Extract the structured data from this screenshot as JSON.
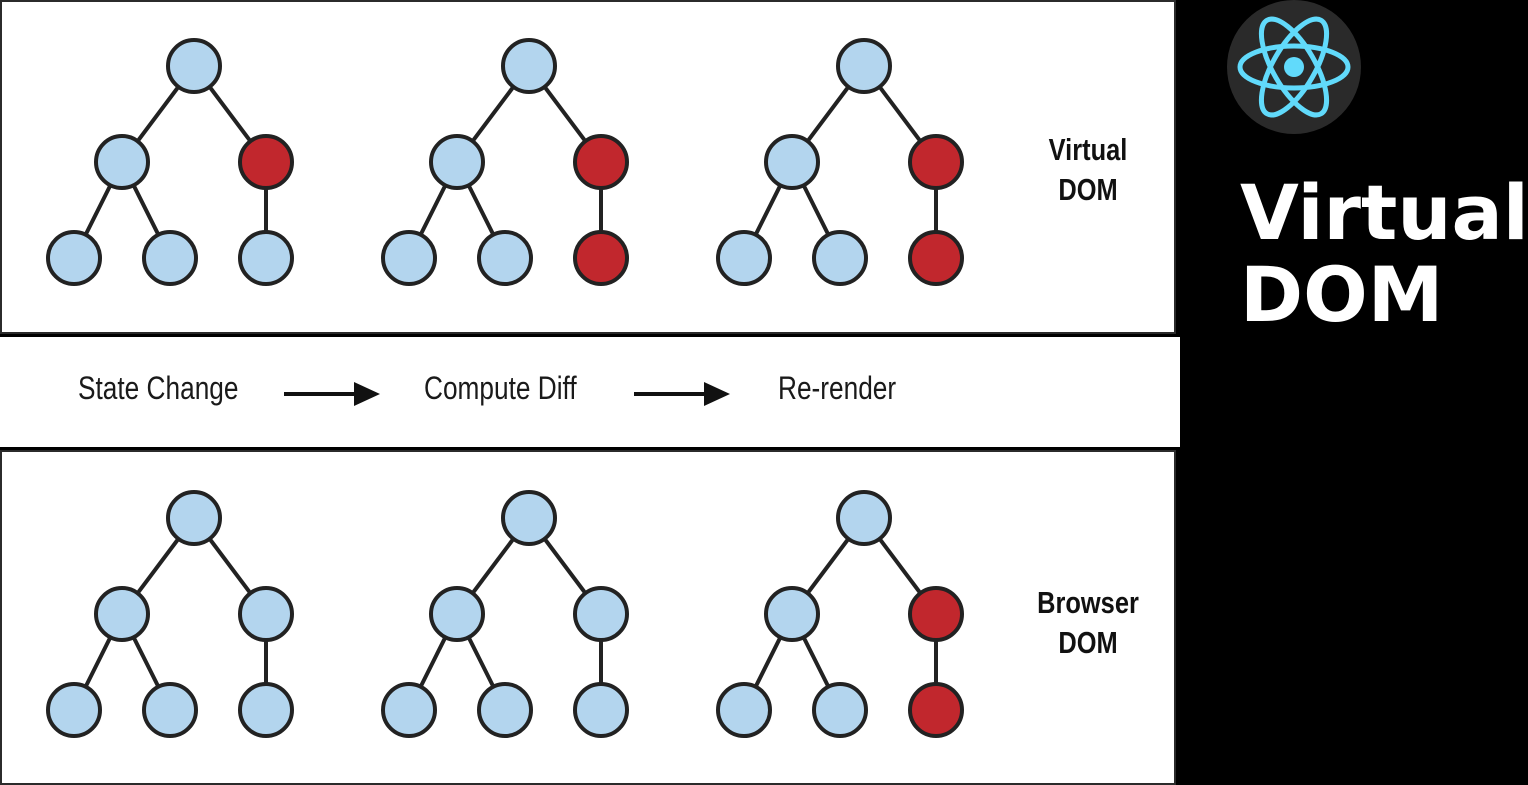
{
  "heading": {
    "line1": "Virtual",
    "line2": "DOM"
  },
  "logo": {
    "icon": "react-atom-icon",
    "color": "#61dafb",
    "bg": "#2a2a2a"
  },
  "rows": {
    "virtual": {
      "label_line1": "Virtual",
      "label_line2": "DOM"
    },
    "browser": {
      "label_line1": "Browser",
      "label_line2": "DOM"
    }
  },
  "steps": [
    "State Change",
    "Compute Diff",
    "Re-render"
  ],
  "colors": {
    "unchanged": "#b3d5ee",
    "changed": "#c1272d",
    "stroke": "#222222"
  },
  "trees": {
    "node_order": [
      "root",
      "left",
      "right",
      "left-left",
      "left-right",
      "right-child"
    ],
    "virtual": [
      [
        "unchanged",
        "unchanged",
        "changed",
        "unchanged",
        "unchanged",
        "unchanged"
      ],
      [
        "unchanged",
        "unchanged",
        "changed",
        "unchanged",
        "unchanged",
        "changed"
      ],
      [
        "unchanged",
        "unchanged",
        "changed",
        "unchanged",
        "unchanged",
        "changed"
      ]
    ],
    "browser": [
      [
        "unchanged",
        "unchanged",
        "unchanged",
        "unchanged",
        "unchanged",
        "unchanged"
      ],
      [
        "unchanged",
        "unchanged",
        "unchanged",
        "unchanged",
        "unchanged",
        "unchanged"
      ],
      [
        "unchanged",
        "unchanged",
        "changed",
        "unchanged",
        "unchanged",
        "changed"
      ]
    ]
  }
}
